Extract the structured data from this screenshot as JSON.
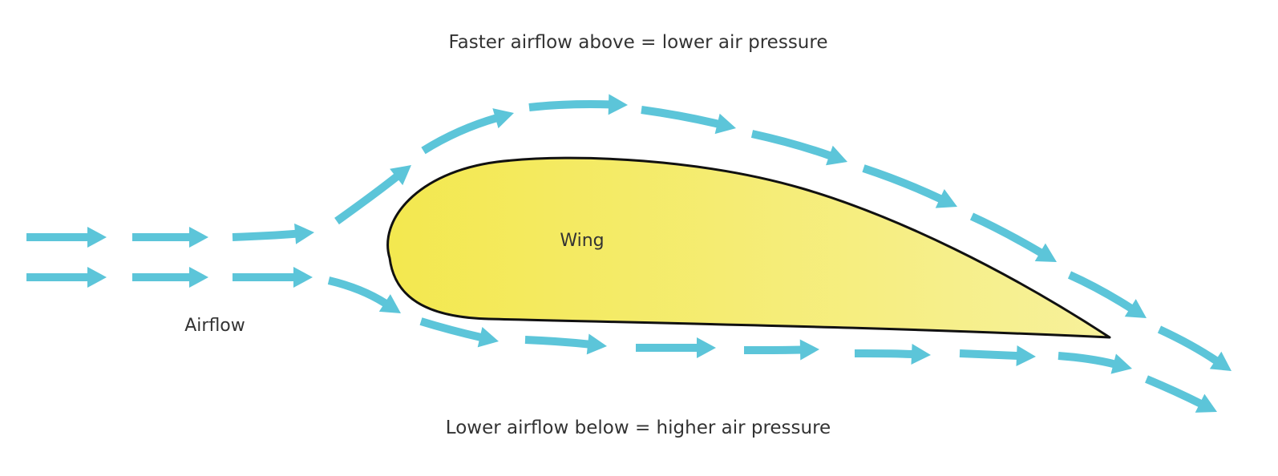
{
  "labels": {
    "top_caption": "Faster airflow above = lower air pressure",
    "bottom_caption": "Lower airflow below = higher air pressure",
    "airflow": "Airflow",
    "wing": "Wing"
  },
  "colors": {
    "arrow": "#5cc5d9",
    "wing_fill_left": "#f3e84f",
    "wing_fill_right": "#f7f19b",
    "wing_outline": "#111111",
    "text": "#333333"
  },
  "icons": {
    "arrow": "right-arrow-icon",
    "wing": "airfoil-shape"
  }
}
